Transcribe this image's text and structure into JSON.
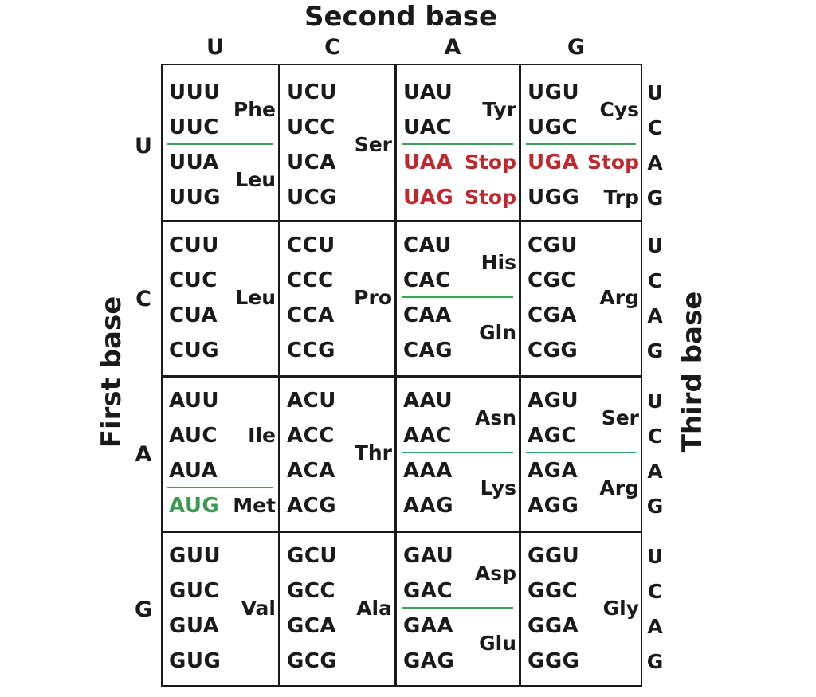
{
  "title": "Second base",
  "axis_left": "First base",
  "axis_right": "Third base",
  "second_bases": [
    "U",
    "C",
    "A",
    "G"
  ],
  "first_bases": [
    "U",
    "C",
    "A",
    "G"
  ],
  "third_bases": [
    "U",
    "C",
    "A",
    "G"
  ],
  "colors": {
    "stop": "#c0282d",
    "start": "#3a9a4f",
    "separator": "#3aa357"
  },
  "cells": [
    [
      {
        "codons": [
          "UUU",
          "UUC",
          "UUA",
          "UUG"
        ],
        "groups": [
          {
            "name": "Phe",
            "rows": [
              0,
              1
            ]
          },
          {
            "name": "Leu",
            "rows": [
              2,
              3
            ]
          }
        ]
      },
      {
        "codons": [
          "UCU",
          "UCC",
          "UCA",
          "UCG"
        ],
        "groups": [
          {
            "name": "Ser",
            "rows": [
              0,
              3
            ]
          }
        ]
      },
      {
        "codons": [
          "UAU",
          "UAC",
          "UAA",
          "UAG"
        ],
        "groups": [
          {
            "name": "Tyr",
            "rows": [
              0,
              1
            ]
          },
          {
            "name": "Stop",
            "rows": [
              2,
              2
            ],
            "stop": true
          },
          {
            "name": "Stop",
            "rows": [
              3,
              3
            ],
            "stop": true
          }
        ]
      },
      {
        "codons": [
          "UGU",
          "UGC",
          "UGA",
          "UGG"
        ],
        "groups": [
          {
            "name": "Cys",
            "rows": [
              0,
              1
            ]
          },
          {
            "name": "Stop",
            "rows": [
              2,
              2
            ],
            "stop": true
          },
          {
            "name": "Trp",
            "rows": [
              3,
              3
            ]
          }
        ]
      }
    ],
    [
      {
        "codons": [
          "CUU",
          "CUC",
          "CUA",
          "CUG"
        ],
        "groups": [
          {
            "name": "Leu",
            "rows": [
              0,
              3
            ]
          }
        ]
      },
      {
        "codons": [
          "CCU",
          "CCC",
          "CCA",
          "CCG"
        ],
        "groups": [
          {
            "name": "Pro",
            "rows": [
              0,
              3
            ]
          }
        ]
      },
      {
        "codons": [
          "CAU",
          "CAC",
          "CAA",
          "CAG"
        ],
        "groups": [
          {
            "name": "His",
            "rows": [
              0,
              1
            ]
          },
          {
            "name": "Gln",
            "rows": [
              2,
              3
            ]
          }
        ]
      },
      {
        "codons": [
          "CGU",
          "CGC",
          "CGA",
          "CGG"
        ],
        "groups": [
          {
            "name": "Arg",
            "rows": [
              0,
              3
            ]
          }
        ]
      }
    ],
    [
      {
        "codons": [
          "AUU",
          "AUC",
          "AUA",
          "AUG"
        ],
        "groups": [
          {
            "name": "Ile",
            "rows": [
              0,
              2
            ]
          },
          {
            "name": "Met",
            "rows": [
              3,
              3
            ],
            "start": true
          }
        ]
      },
      {
        "codons": [
          "ACU",
          "ACC",
          "ACA",
          "ACG"
        ],
        "groups": [
          {
            "name": "Thr",
            "rows": [
              0,
              3
            ]
          }
        ]
      },
      {
        "codons": [
          "AAU",
          "AAC",
          "AAA",
          "AAG"
        ],
        "groups": [
          {
            "name": "Asn",
            "rows": [
              0,
              1
            ]
          },
          {
            "name": "Lys",
            "rows": [
              2,
              3
            ]
          }
        ]
      },
      {
        "codons": [
          "AGU",
          "AGC",
          "AGA",
          "AGG"
        ],
        "groups": [
          {
            "name": "Ser",
            "rows": [
              0,
              1
            ]
          },
          {
            "name": "Arg",
            "rows": [
              2,
              3
            ]
          }
        ]
      }
    ],
    [
      {
        "codons": [
          "GUU",
          "GUC",
          "GUA",
          "GUG"
        ],
        "groups": [
          {
            "name": "Val",
            "rows": [
              0,
              3
            ]
          }
        ]
      },
      {
        "codons": [
          "GCU",
          "GCC",
          "GCA",
          "GCG"
        ],
        "groups": [
          {
            "name": "Ala",
            "rows": [
              0,
              3
            ]
          }
        ]
      },
      {
        "codons": [
          "GAU",
          "GAC",
          "GAA",
          "GAG"
        ],
        "groups": [
          {
            "name": "Asp",
            "rows": [
              0,
              1
            ]
          },
          {
            "name": "Glu",
            "rows": [
              2,
              3
            ]
          }
        ]
      },
      {
        "codons": [
          "GGU",
          "GGC",
          "GGA",
          "GGG"
        ],
        "groups": [
          {
            "name": "Gly",
            "rows": [
              0,
              3
            ]
          }
        ]
      }
    ]
  ]
}
